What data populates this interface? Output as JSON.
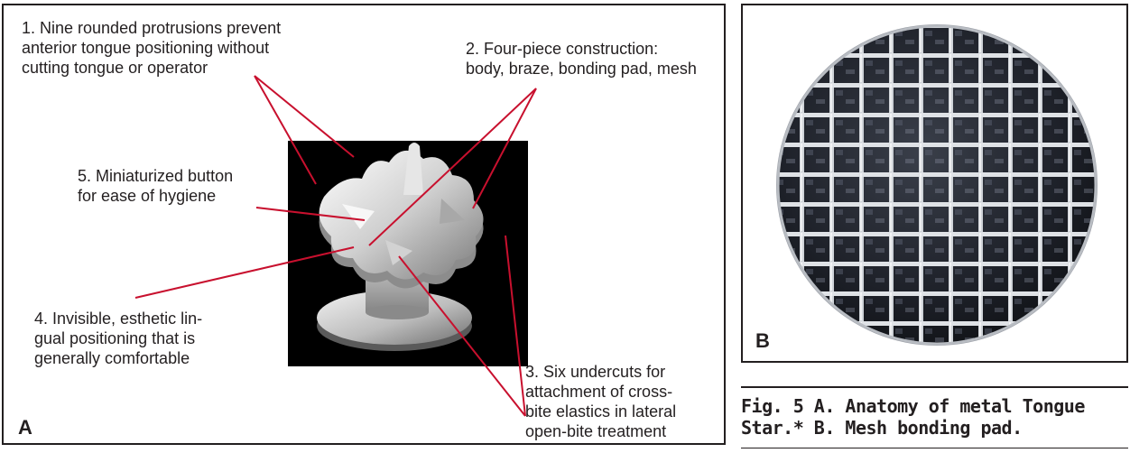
{
  "panel_a": {
    "letter": "A",
    "callout_1": [
      "1.  Nine rounded protrusions prevent",
      "anterior tongue positioning without",
      "cutting tongue or operator"
    ],
    "callout_2": [
      "2.  Four-piece construction:",
      "body, braze, bonding pad, mesh"
    ],
    "callout_3": [
      "3.  Six undercuts for",
      "attachment of cross-",
      "bite elastics in lateral",
      "open-bite treatment"
    ],
    "callout_4": [
      "4.  Invisible, esthetic lin-",
      "gual positioning that is",
      "generally comfortable"
    ],
    "callout_5": [
      "5.  Miniaturized button",
      "for ease of hygiene"
    ],
    "leader_color": "#c8102e"
  },
  "panel_b": {
    "letter": "B"
  },
  "caption": {
    "line_1": "Fig. 5 A. Anatomy of metal Tongue",
    "line_2": "Star.* B. Mesh bonding pad."
  }
}
